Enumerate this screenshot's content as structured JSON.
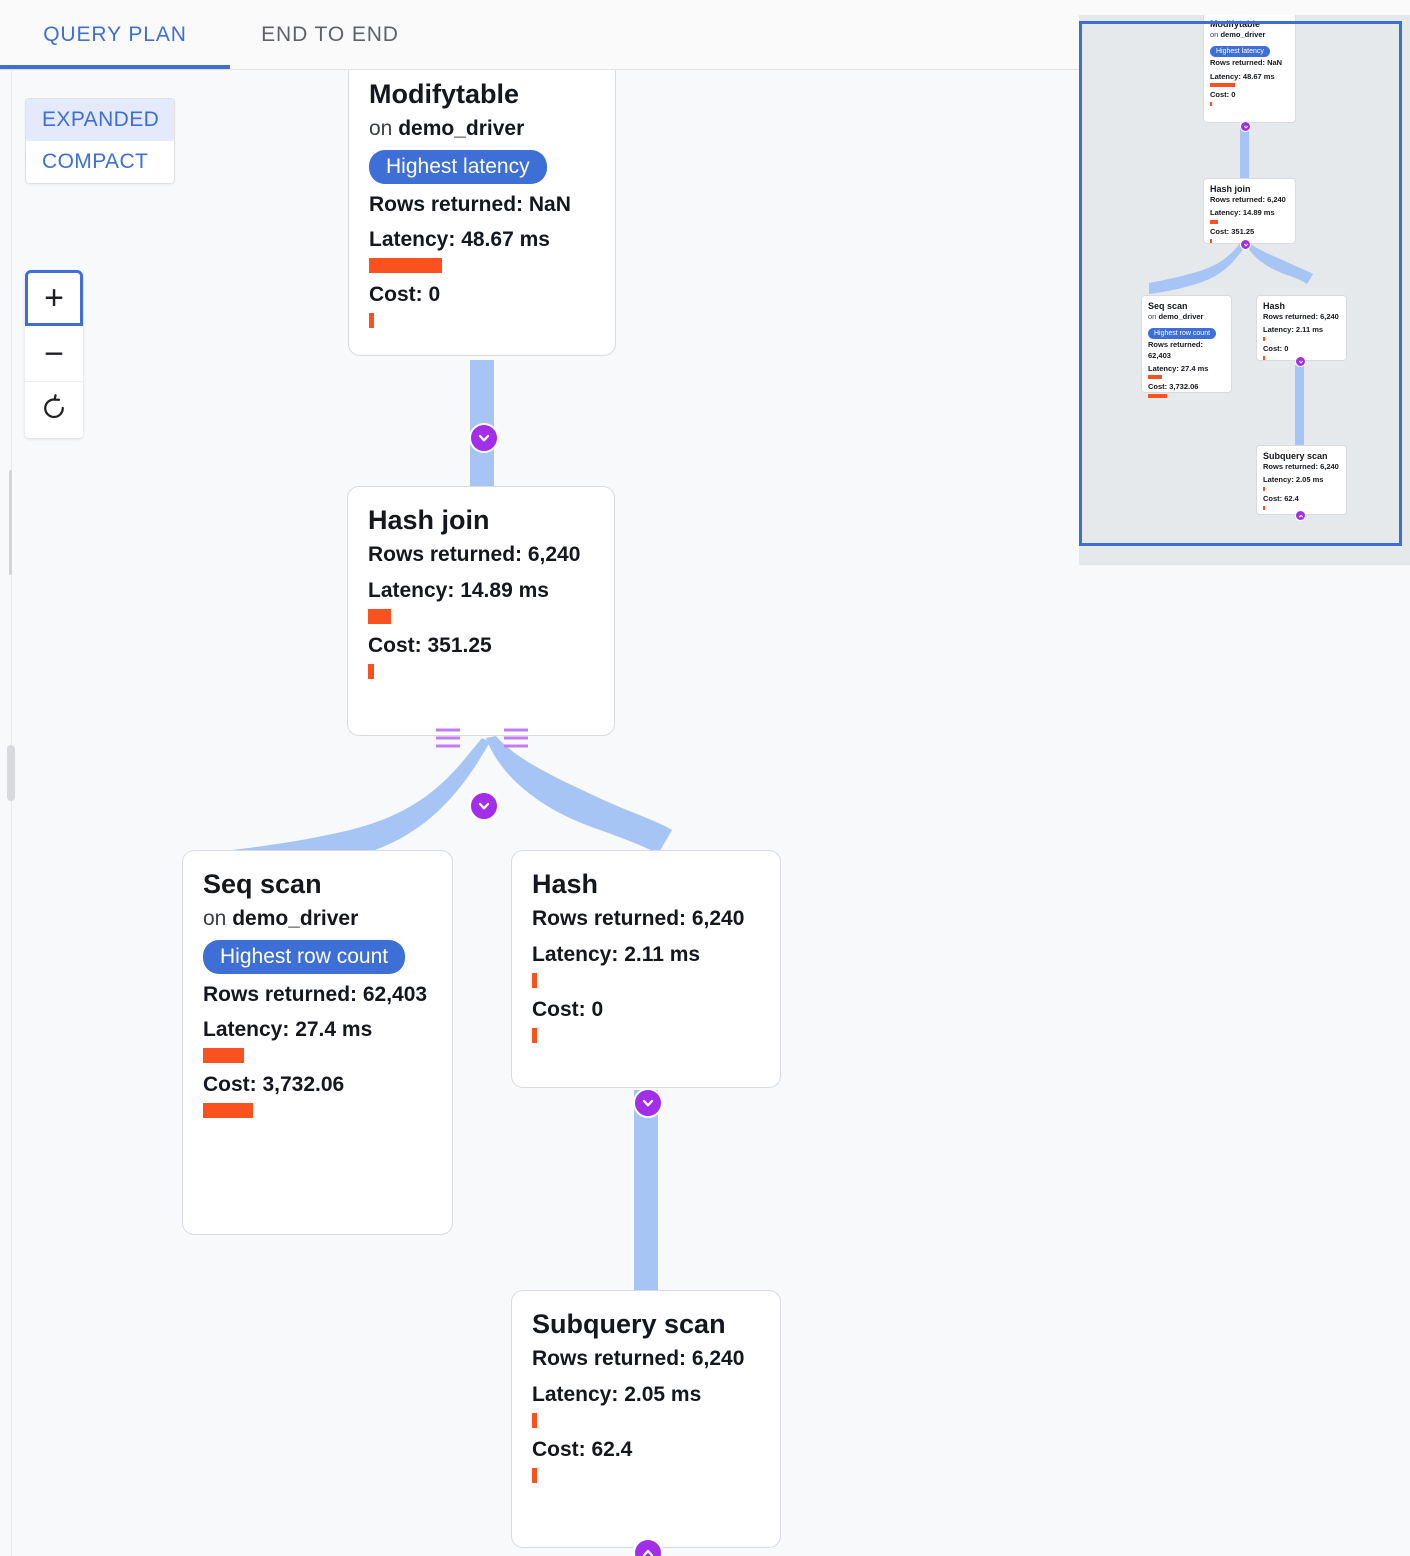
{
  "tabs": [
    {
      "label": "QUERY PLAN",
      "active": true
    },
    {
      "label": "END TO END",
      "active": false
    }
  ],
  "view_modes": [
    {
      "label": "EXPANDED",
      "selected": true
    },
    {
      "label": "COMPACT",
      "selected": false
    }
  ],
  "zoom_controls": [
    {
      "icon": "plus-icon",
      "glyph": "+"
    },
    {
      "icon": "minus-icon",
      "glyph": "−"
    },
    {
      "icon": "reset-icon",
      "glyph": "↺"
    }
  ],
  "labels": {
    "rows_returned": "Rows returned:",
    "latency": "Latency:",
    "cost": "Cost:",
    "on_prefix": "on"
  },
  "colors": {
    "accent_blue": "#3d6fd6",
    "bar_orange": "#f9521e",
    "edge_blue": "#a6c5f5",
    "toggle_purple": "#a22ee8",
    "minimap_bg": "#e6e9ec",
    "canvas_bg": "#f8f9fb"
  },
  "nodes": [
    {
      "id": "modifytable",
      "title": "Modifytable",
      "relation": "demo_driver",
      "badge": "Highest latency",
      "rows": "Rows returned: NaN",
      "latency": "Latency: 48.67 ms",
      "latency_bar_pct": 100,
      "cost": "Cost: 0",
      "cost_bar_pct": 2
    },
    {
      "id": "hash-join",
      "title": "Hash join",
      "relation": null,
      "badge": null,
      "rows": "Rows returned: 6,240",
      "latency": "Latency: 14.89 ms",
      "latency_bar_pct": 31,
      "cost": "Cost: 351.25",
      "cost_bar_pct": 4
    },
    {
      "id": "seq-scan",
      "title": "Seq scan",
      "relation": "demo_driver",
      "badge": "Highest row count",
      "rows": "Rows returned: 62,403",
      "latency": "Latency: 27.4 ms",
      "latency_bar_pct": 56,
      "cost": "Cost: 3,732.06",
      "cost_bar_pct": 100
    },
    {
      "id": "hash",
      "title": "Hash",
      "relation": null,
      "badge": null,
      "rows": "Rows returned: 6,240",
      "latency": "Latency: 2.11 ms",
      "latency_bar_pct": 4,
      "cost": "Cost: 0",
      "cost_bar_pct": 2
    },
    {
      "id": "subquery-scan",
      "title": "Subquery scan",
      "relation": null,
      "badge": null,
      "rows": "Rows returned: 6,240",
      "latency": "Latency: 2.05 ms",
      "latency_bar_pct": 4,
      "cost": "Cost: 62.4",
      "cost_bar_pct": 2
    }
  ],
  "edges": [
    {
      "from": "modifytable",
      "to": "hash-join"
    },
    {
      "from": "hash-join",
      "to": "seq-scan"
    },
    {
      "from": "hash-join",
      "to": "hash"
    },
    {
      "from": "hash",
      "to": "subquery-scan"
    }
  ],
  "toggles": [
    {
      "for": "modifytable",
      "direction": "down"
    },
    {
      "for": "hash-join",
      "direction": "down"
    },
    {
      "for": "hash",
      "direction": "down"
    },
    {
      "for": "subquery-scan",
      "direction": "up"
    }
  ]
}
